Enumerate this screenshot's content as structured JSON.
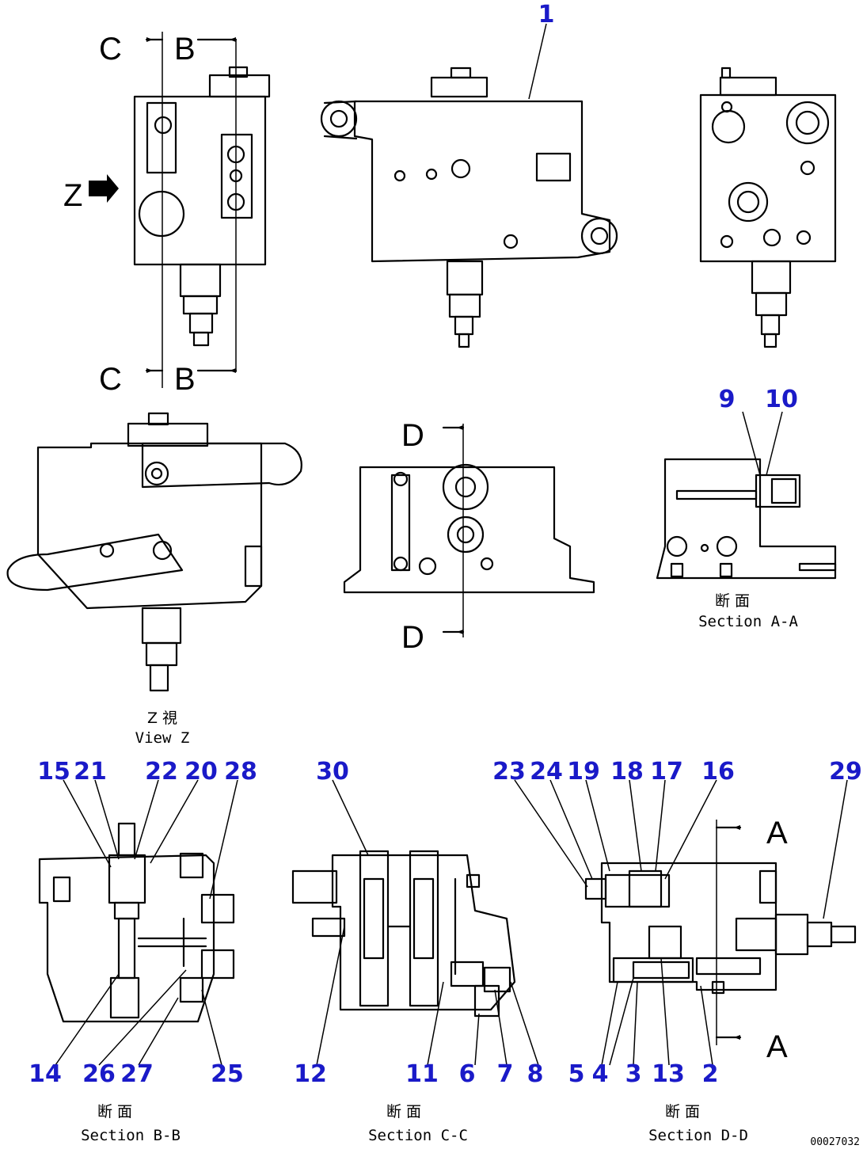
{
  "part_numbers": [
    "1",
    "2",
    "3",
    "4",
    "5",
    "6",
    "7",
    "8",
    "9",
    "10",
    "11",
    "12",
    "13",
    "14",
    "15",
    "16",
    "17",
    "18",
    "19",
    "20",
    "21",
    "22",
    "23",
    "24",
    "25",
    "26",
    "27",
    "28",
    "29",
    "30"
  ],
  "section_marks": {
    "c": "C",
    "b": "B",
    "d": "D",
    "a": "A",
    "z": "Z"
  },
  "captions": {
    "view_z_jp": "Z 視",
    "view_z_en": "View Z",
    "section_aa_jp": "断 面",
    "section_aa_en": "Section A-A",
    "section_bb_jp": "断 面",
    "section_bb_en": "Section B-B",
    "section_cc_jp": "断 面",
    "section_cc_en": "Section C-C",
    "section_dd_jp": "断 面",
    "section_dd_en": "Section D-D"
  },
  "drawing_code": "00027032"
}
